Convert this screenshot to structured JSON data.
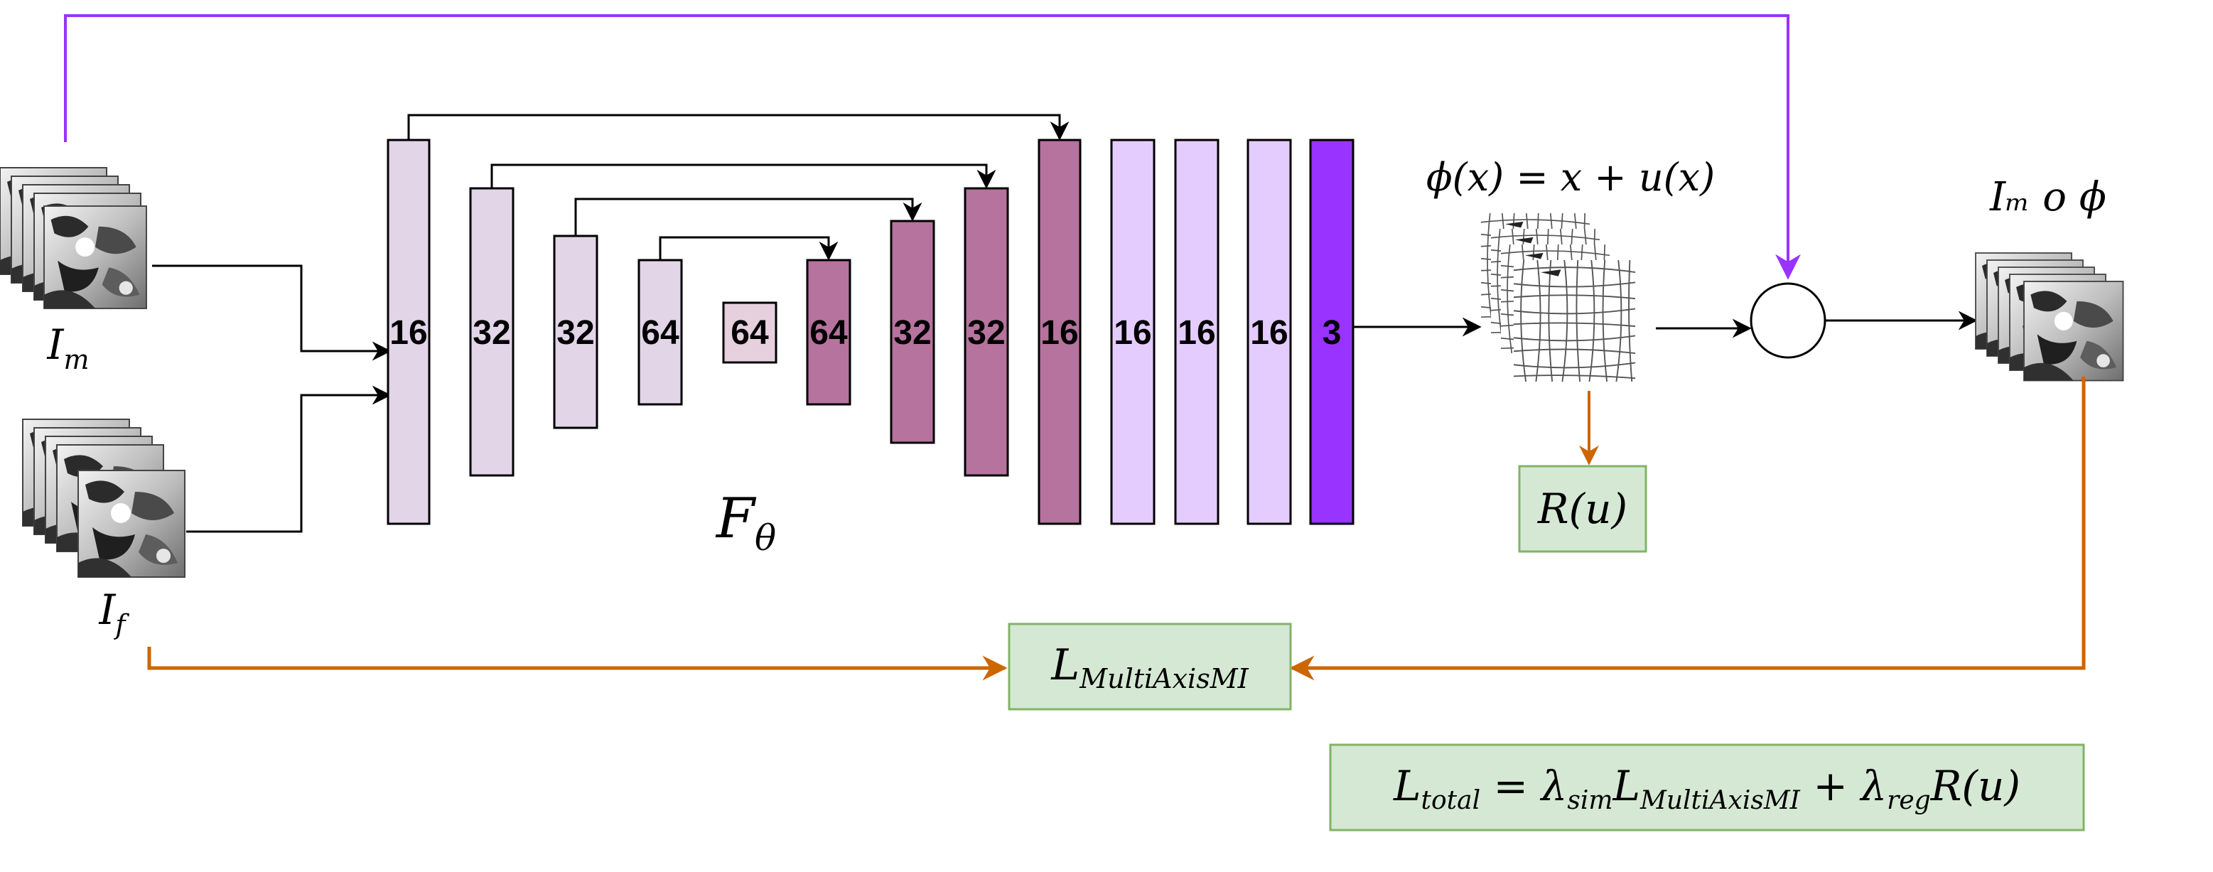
{
  "inputs": {
    "moving": {
      "symbol": "I",
      "sub": "m"
    },
    "fixed": {
      "symbol": "I",
      "sub": "f"
    }
  },
  "network": {
    "symbol": "F",
    "sub": "θ",
    "layers": [
      {
        "label": "16",
        "stage": "encoder"
      },
      {
        "label": "32",
        "stage": "encoder"
      },
      {
        "label": "32",
        "stage": "encoder"
      },
      {
        "label": "64",
        "stage": "encoder"
      },
      {
        "label": "64",
        "stage": "bottleneck"
      },
      {
        "label": "64",
        "stage": "decoder"
      },
      {
        "label": "32",
        "stage": "decoder"
      },
      {
        "label": "32",
        "stage": "decoder"
      },
      {
        "label": "16",
        "stage": "decoder"
      },
      {
        "label": "16",
        "stage": "head"
      },
      {
        "label": "16",
        "stage": "head"
      },
      {
        "label": "16",
        "stage": "head"
      },
      {
        "label": "3",
        "stage": "output"
      }
    ]
  },
  "deformation": {
    "formula": "ϕ(x) = x + u(x)"
  },
  "warped": {
    "formula": "Iₘ o ϕ"
  },
  "regularizer": {
    "text": "R(u)"
  },
  "similarity_loss": {
    "symbol": "L",
    "sub": "MultiAxisMI"
  },
  "total_loss": {
    "parts": [
      {
        "t": "L",
        "s": "total"
      },
      {
        "t": " = λ",
        "s": "sim"
      },
      {
        "t": "L",
        "s": "MultiAxisMI"
      },
      {
        "t": " + λ",
        "s": "reg"
      },
      {
        "t": "R(u)",
        "s": ""
      }
    ]
  },
  "colors": {
    "encoder": "#e1d5e7",
    "bottleneck": "#e6d0de",
    "decoder": "#b5739d",
    "head": "#e5ccff",
    "output": "#9933ff",
    "loss_fill": "#d5e8d4",
    "loss_stroke": "#82b366",
    "orange_arrow": "#cc6600",
    "purple_arrow": "#9933ff"
  }
}
